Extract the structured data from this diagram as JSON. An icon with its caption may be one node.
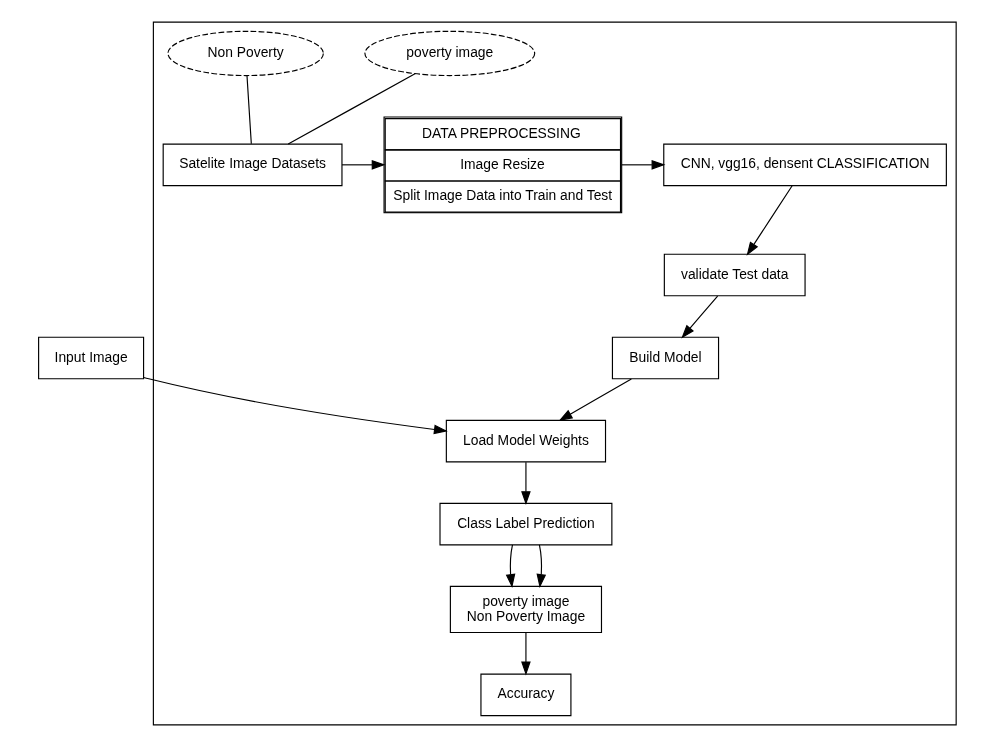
{
  "diagram": {
    "nodes": [
      {
        "text": [],
        "shape": "box"
      },
      {
        "text": [
          "poverty image"
        ],
        "in": 0
      },
      {
        "text": [
          "Non Poverty"
        ],
        "in": 0
      },
      {
        "text": [
          "Satelite Image Datasets"
        ],
        "in": 0
      },
      {
        "text": [
          "DATA PREPROCESSING",
          "Image Resize",
          "Split Image Data into Train and Test"
        ],
        "in": 0
      },
      {
        "text": [
          "CNN, vgg16, densent CLASSIFICATION"
        ],
        "in": 0
      },
      {
        "text": [
          "validate Test data"
        ],
        "in": 0
      },
      {
        "text": [
          "Build Model"
        ],
        "in": 0
      },
      {
        "text": [
          "Load Model Weights"
        ],
        "in": 0
      },
      {
        "text": [
          "Class Label Prediction"
        ],
        "in": 0
      },
      {
        "text": [
          "poverty image",
          "Non Poverty Image"
        ],
        "in": 0
      },
      {
        "text": [
          "Accuracy"
        ],
        "in": 0
      },
      {
        "text": [
          "Input Image"
        ]
      }
    ],
    "edges": [
      {
        "from": 1,
        "to": 3,
        "arrow": "none"
      },
      {
        "from": 2,
        "to": 3,
        "arrow": "none"
      },
      {
        "from": 3,
        "to": 4,
        "arrow": "to"
      },
      {
        "from": 4,
        "to": 5,
        "arrow": "to"
      },
      {
        "from": 5,
        "to": 6,
        "arrow": "to"
      },
      {
        "from": 6,
        "to": 7,
        "arrow": "to"
      },
      {
        "from": 7,
        "to": 8,
        "arrow": "to"
      },
      {
        "from": 8,
        "to": 9,
        "arrow": "to"
      },
      {
        "from": 9,
        "to": 10,
        "arrow": "to"
      },
      {
        "from": 9,
        "to": 10,
        "arrow": "to"
      },
      {
        "from": 10,
        "to": 11,
        "arrow": "to"
      },
      {
        "from": 12,
        "to": 8,
        "arrow": "to"
      }
    ]
  }
}
